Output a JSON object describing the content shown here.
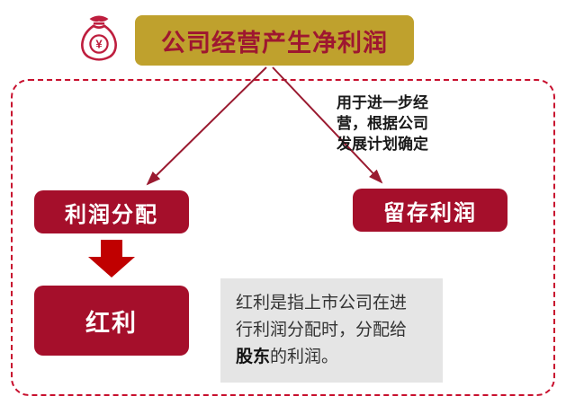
{
  "colors": {
    "gold": "#BFA12D",
    "maroon": "#9E1730",
    "node_red": "#A50F2B",
    "frame_red": "#C8102E",
    "line_red": "#9A1A30",
    "arrow_red": "#C00000",
    "icon_red": "#BE1E3E",
    "gray": "#E5E5E5",
    "text_dark": "#1A1A1A"
  },
  "icons": {
    "money_bag_glyph": "¥"
  },
  "title": {
    "label": "公司经营产生净利润"
  },
  "annotation": {
    "text": "用于进一步经\n营，根据公司\n发展计划确定"
  },
  "nodes": {
    "profit_distribution": "利润分配",
    "retained_profit": "留存利润",
    "dividend": "红利"
  },
  "note": {
    "line1": "红利是指上市公司在进",
    "line2": "行利润分配时，分配给",
    "line3_bold": "股东",
    "line3_rest": "的利润。"
  }
}
